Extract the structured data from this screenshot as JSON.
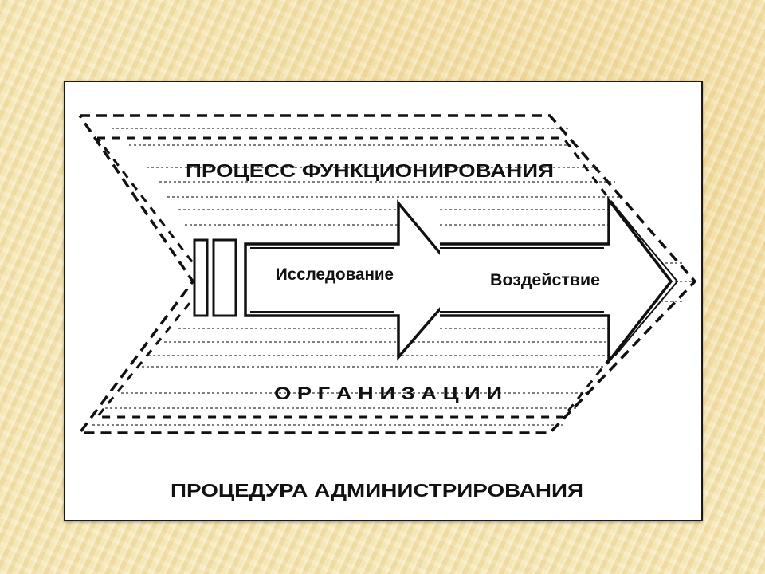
{
  "diagram": {
    "top_label": "ПРОЦЕСС ФУНКЦИОНИРОВАНИЯ",
    "middle_label": "О Р Г А Н И З А Ц И И",
    "bottom_label": "ПРОЦЕДУРА АДМИНИСТРИРОВАНИЯ",
    "arrow_1_label": "Исследование",
    "arrow_2_label": "Воздействие"
  }
}
